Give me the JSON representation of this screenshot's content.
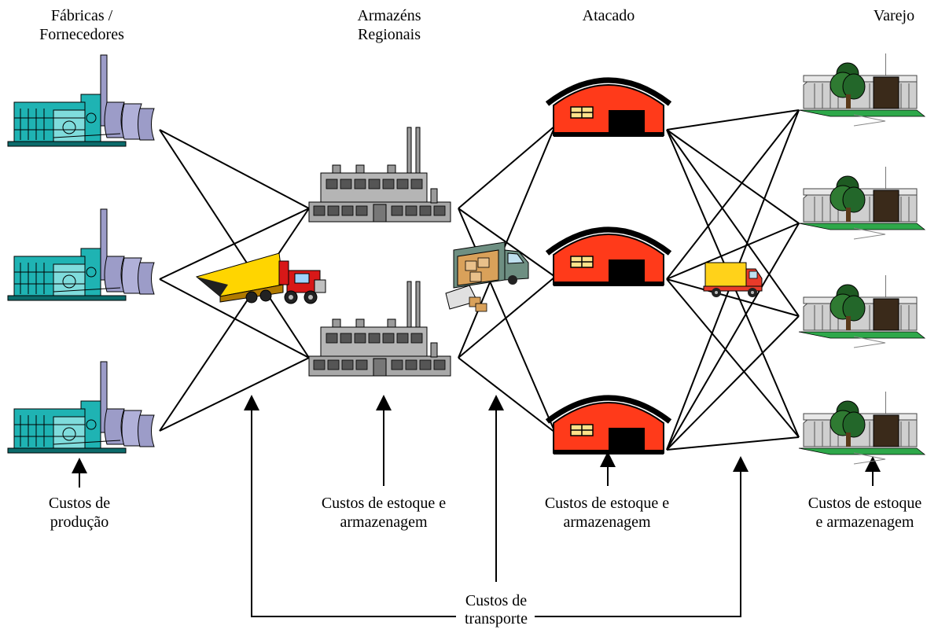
{
  "headers": {
    "factories": [
      "Fábricas /",
      "Fornecedores"
    ],
    "warehouses": [
      "Armazéns",
      "Regionais"
    ],
    "wholesale": [
      "Atacado"
    ],
    "retail": [
      "Varejo"
    ]
  },
  "cost_labels": {
    "production": [
      "Custos de",
      "produção"
    ],
    "warehouse_storage": [
      "Custos de estoque e",
      "armazenagem"
    ],
    "wholesale_storage": [
      "Custos de estoque e",
      "armazenagem"
    ],
    "retail_storage": [
      "Custos de estoque",
      "e armazenagem"
    ],
    "transport": [
      "Custos de",
      "transporte"
    ]
  },
  "icons": {
    "factory": "factory-icon",
    "warehouse": "regional-warehouse-icon",
    "wholesale": "wholesale-depot-icon",
    "retail": "retail-store-icon",
    "truck_large": "semi-truck-icon",
    "truck_delivery": "delivery-truck-icon",
    "truck_small": "box-truck-icon"
  },
  "colors": {
    "factory": "#1fb3b3",
    "factory_tower": "#9c9cc8",
    "warehouse": "#9a9a9a",
    "depot": "#ff3a1a",
    "store_roof": "#cfcfcf",
    "lawn": "#2ea84a",
    "truck_yellow": "#ffd500",
    "truck_red": "#d81818"
  }
}
